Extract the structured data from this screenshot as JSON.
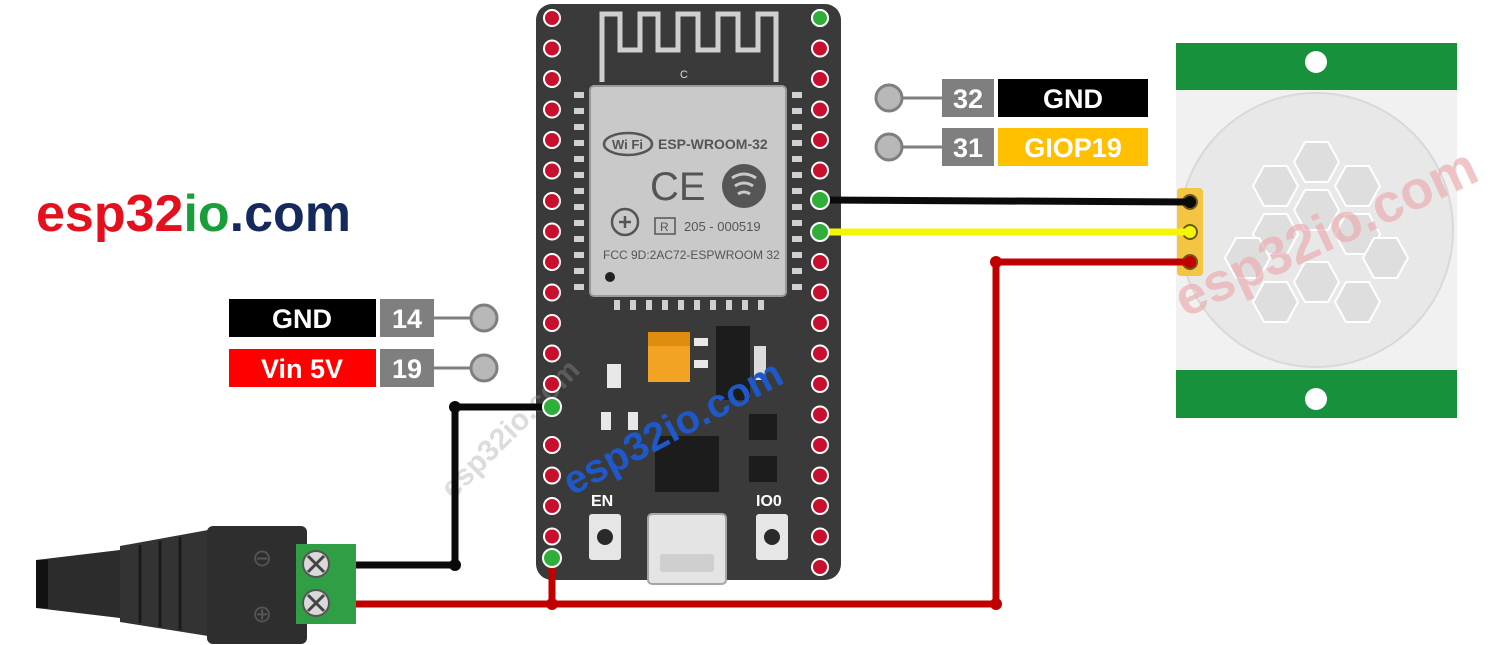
{
  "brand": {
    "part1": "esp32",
    "part2": "io",
    "part3": ".com"
  },
  "watermark": "esp32io.com",
  "esp32": {
    "module_name": "ESP-WROOM-32",
    "wifi": "Wi Fi",
    "ce": "CE",
    "r_mark": "R",
    "cert_code": "205 - 000519",
    "fcc": "FCC 9D:2AC72-ESPWROOM 32",
    "en_label": "EN",
    "io0_label": "IO0",
    "c_mark": "C"
  },
  "sensor_labels": [
    {
      "pin": "32",
      "name": "GND",
      "color": "#000000",
      "text_color": "#ffffff"
    },
    {
      "pin": "31",
      "name": "GIOP19",
      "color": "#ffc000",
      "text_color": "#ffffff"
    }
  ],
  "power_labels": [
    {
      "name": "GND",
      "pin": "14",
      "color": "#000000",
      "text_color": "#ffffff"
    },
    {
      "name": "Vin 5V",
      "pin": "19",
      "color": "#ff0000",
      "text_color": "#ffffff"
    }
  ],
  "jack": {
    "minus": "⊖",
    "plus": "⊕"
  },
  "colors": {
    "wire_black": "#0a0a0a",
    "wire_yellow": "#f5f50a",
    "wire_red": "#c00000",
    "board": "#3a3a3a",
    "pcb_green": "#17913c",
    "pin_red": "#c8102e",
    "pin_green": "#2fae3a"
  }
}
